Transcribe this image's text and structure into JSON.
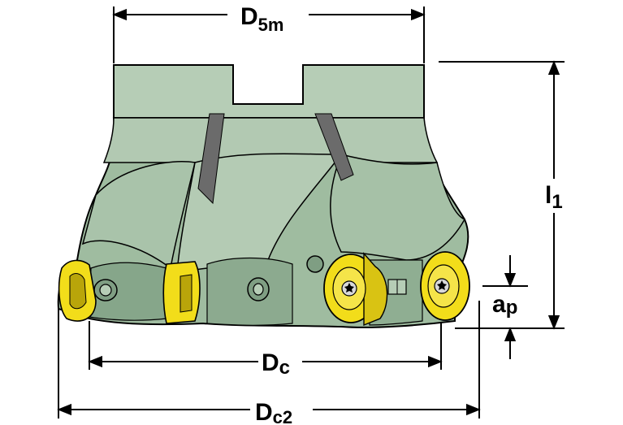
{
  "dimensions": {
    "d5m": {
      "main": "D",
      "sub": "5m"
    },
    "l1": {
      "main": "l",
      "sub": "1"
    },
    "ap": {
      "main": "a",
      "sub": "p"
    },
    "dc": {
      "main": "D",
      "sub": "c"
    },
    "dc2": {
      "main": "D",
      "sub": "c2"
    }
  },
  "colors": {
    "body_light": "#b6cdb6",
    "body_mid": "#9fbca0",
    "body_dark": "#7f9e83",
    "insert_yellow": "#f2dd1a",
    "insert_shadow": "#b9a50a",
    "flute_grey": "#6b6b6b",
    "line": "#000000"
  }
}
